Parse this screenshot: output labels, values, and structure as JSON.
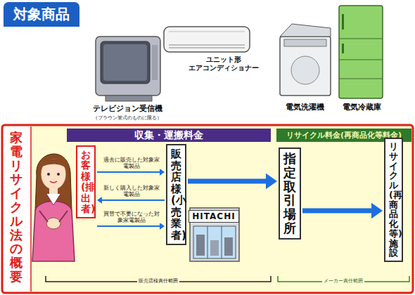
{
  "diagram": {
    "title": "対象商品",
    "nodes": [
      {
        "text": [
          "家電リサイクル法の概要"
        ]
      },
      {
        "text": [
          "収集・運搬料金"
        ],
        "in": 0
      },
      {
        "text": [
          "リサイクル料金(再商品化等料金)"
        ],
        "in": 0
      },
      {
        "text": [
          "お客様(排出者)"
        ],
        "in": 0
      },
      {
        "text": [
          "販売店様(小売業者)"
        ],
        "in": 0
      },
      {
        "text": [
          "指定取引場所"
        ],
        "in": 0
      },
      {
        "text": [
          "リサイクル(再商品化等)施設"
        ],
        "in": 0
      }
    ],
    "edges": [
      {
        "from": 3,
        "to": 4,
        "label": "過去に販売した対象家電製品",
        "arrow": "to"
      },
      {
        "from": 4,
        "to": 3,
        "label": "新しく購入した対象家電製品",
        "arrow": "to"
      },
      {
        "from": 3,
        "to": 4,
        "label": "買替で不要になった対象家電製品",
        "arrow": "to"
      },
      {
        "from": 4,
        "to": 5,
        "arrow": "to"
      },
      {
        "from": 5,
        "to": 6,
        "arrow": "to"
      }
    ],
    "labels": [
      "テレビジョン受信機",
      "（ブラウン管式のものに限る）",
      "ユニット形 エアコンディショナー",
      "電気洗濯機",
      "電気冷蔵庫",
      "HITACHI",
      "販売店様責任範囲",
      "メーカー責任範囲"
    ]
  }
}
